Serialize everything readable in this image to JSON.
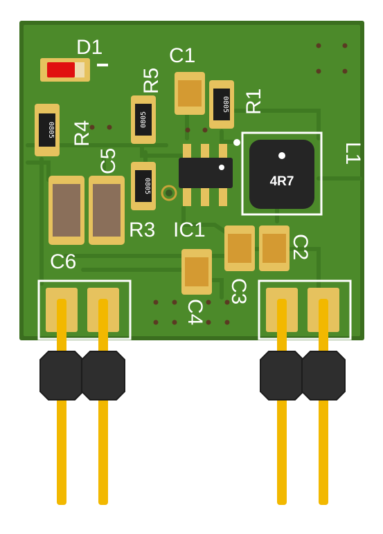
{
  "board": {
    "designators": {
      "d1": "D1",
      "c1": "C1",
      "r5": "R5",
      "r1": "R1",
      "r4": "R4",
      "c5": "C5",
      "l1": "L1",
      "r3": "R3",
      "ic1": "IC1",
      "c6": "C6",
      "c2": "C2",
      "c3": "C3",
      "c4": "C4"
    },
    "resistor_code": "0805",
    "inductor_marking": "4R7",
    "colors": {
      "pcb": "#4c8a2a",
      "pcb_edge": "#3b6e1f",
      "trace": "#3f7a22",
      "pad": "#c9a43a",
      "pin": "#f2b800",
      "header": "#2f2f2f",
      "led": "#e01010",
      "silkscreen": "#ffffff"
    }
  }
}
